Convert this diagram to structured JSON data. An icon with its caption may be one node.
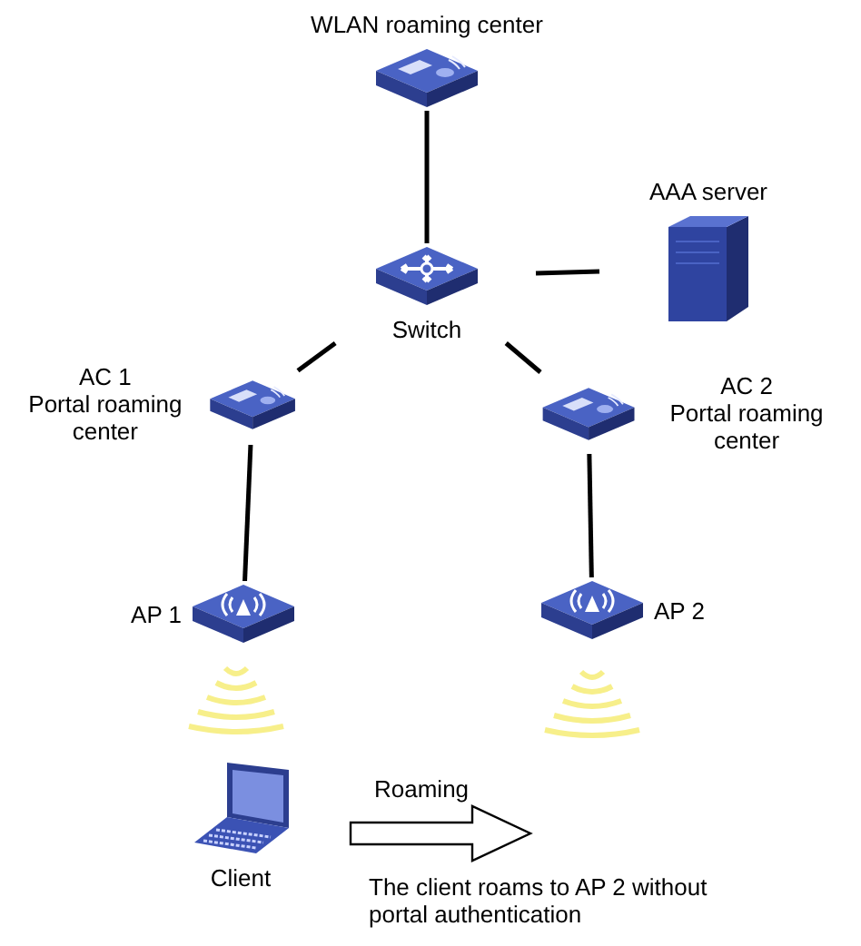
{
  "diagram": {
    "nodes": [
      {
        "text": [
          "WLAN roaming center"
        ]
      },
      {
        "text": [
          "Switch"
        ]
      },
      {
        "text": [
          "AAA server"
        ]
      },
      {
        "text": [
          "AC 1",
          "Portal roaming center"
        ]
      },
      {
        "text": [
          "AC 2",
          "Portal roaming center"
        ]
      },
      {
        "text": [
          "AP 1"
        ]
      },
      {
        "text": [
          "AP 2"
        ]
      },
      {
        "text": [
          "Client"
        ]
      }
    ],
    "edges": [
      {
        "from": 0,
        "to": 1,
        "arrow": "none"
      },
      {
        "from": 1,
        "to": 2,
        "arrow": "none"
      },
      {
        "from": 1,
        "to": 3,
        "arrow": "none"
      },
      {
        "from": 1,
        "to": 4,
        "arrow": "none"
      },
      {
        "from": 3,
        "to": 5,
        "arrow": "none"
      },
      {
        "from": 4,
        "to": 6,
        "arrow": "none"
      }
    ],
    "labels": [
      "Roaming",
      "The client roams to AP 2 without portal authentication"
    ]
  }
}
